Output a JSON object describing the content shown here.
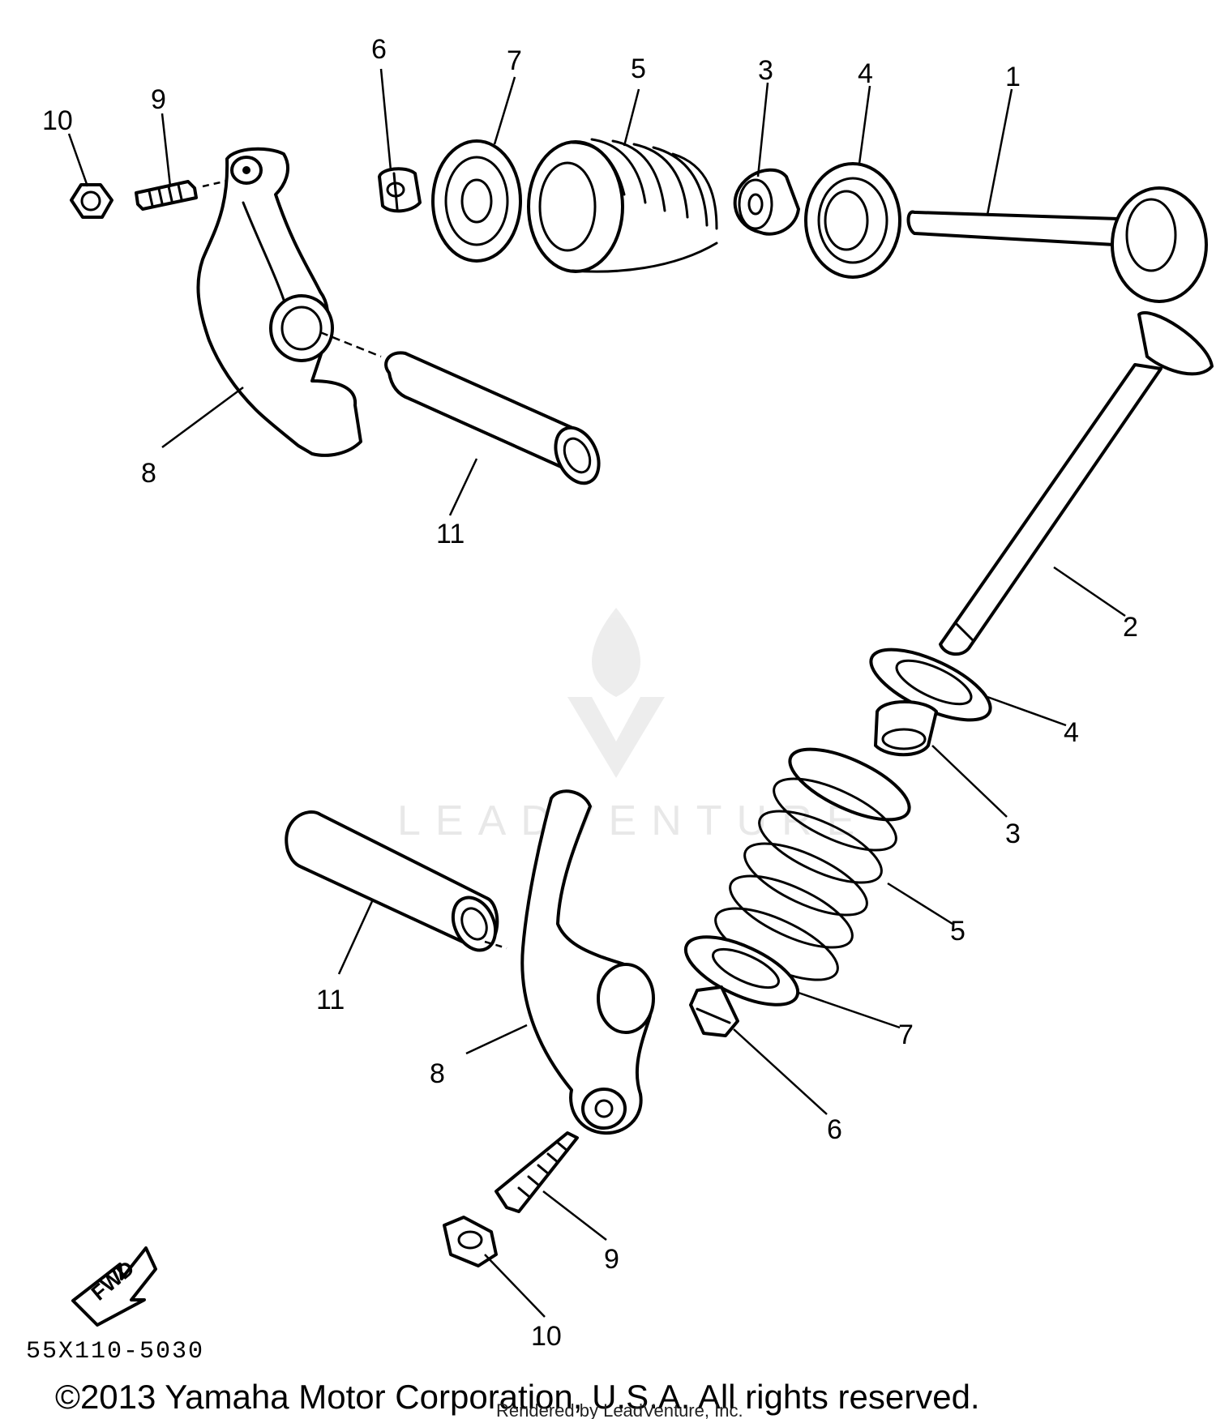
{
  "callouts": {
    "top": {
      "p1": "1",
      "p3": "3",
      "p4": "4",
      "p5": "5",
      "p6": "6",
      "p7": "7",
      "p8": "8",
      "p9": "9",
      "p10": "10",
      "p11": "11"
    },
    "bottom": {
      "p2": "2",
      "p3": "3",
      "p4": "4",
      "p5": "5",
      "p6": "6",
      "p7": "7",
      "p8": "8",
      "p9": "9",
      "p10": "10",
      "p11": "11"
    }
  },
  "fwd_label": "FWD",
  "diagram_code": "55X110-5030",
  "copyright": "©2013 Yamaha Motor Corporation, U.S.A. All rights reserved.",
  "rendered_by": "Rendered by LeadVenture, Inc.",
  "watermark": "LEADVENTURE"
}
